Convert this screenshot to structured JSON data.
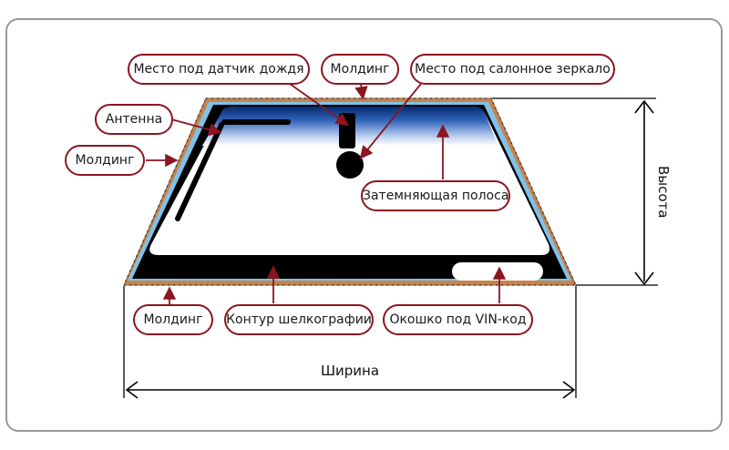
{
  "labels": {
    "rain_sensor": "Место под датчик дождя",
    "molding_top": "Молдинг",
    "mirror_mount": "Место под салонное зеркало",
    "antenna": "Антенна",
    "molding_left": "Молдинг",
    "shade_band": "Затемняющая полоса",
    "molding_bottom": "Молдинг",
    "silkscreen_contour": "Контур шелкографии",
    "vin_window": "Окошко под VIN-код"
  },
  "dimensions": {
    "width": "Ширина",
    "height": "Высота"
  },
  "colors": {
    "callout_border": "#8b1520",
    "frame_border": "#9a9a9a",
    "glass_black": "#000000",
    "shade_blue": "#0a3a8a",
    "molding_orange": "#c8844a",
    "molding_blue": "#7ec2ea"
  }
}
